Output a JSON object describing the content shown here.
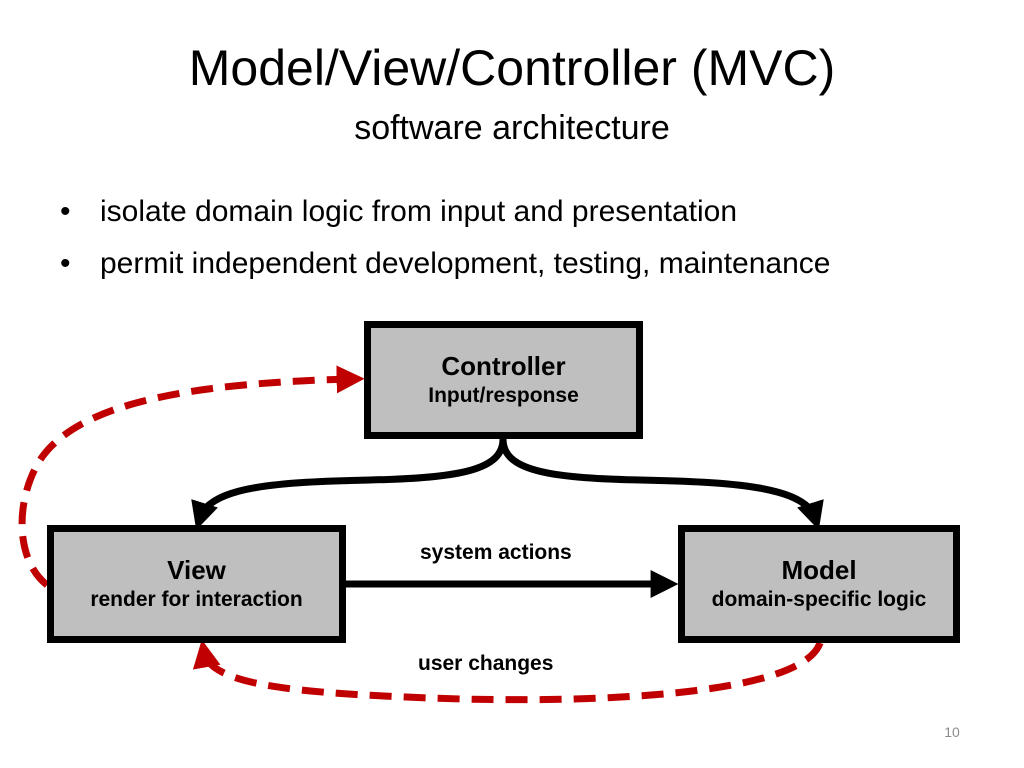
{
  "slide": {
    "title": "Model/View/Controller (MVC)",
    "subtitle": "software architecture",
    "bullet_marker": "•",
    "bullets": [
      "isolate domain logic from input and presentation",
      "permit independent development, testing, maintenance"
    ],
    "page_number": "10"
  },
  "diagram": {
    "nodes": {
      "controller": {
        "name": "Controller",
        "desc": "Input/response"
      },
      "view": {
        "name": "View",
        "desc": "render for interaction"
      },
      "model": {
        "name": "Model",
        "desc": "domain-specific logic"
      }
    },
    "edges": {
      "system_actions": "system actions",
      "user_changes": "user changes"
    },
    "colors": {
      "box_fill": "#bfbfbf",
      "box_border": "#000000",
      "solid_arrow": "#000000",
      "dashed_arrow": "#c00000"
    }
  }
}
